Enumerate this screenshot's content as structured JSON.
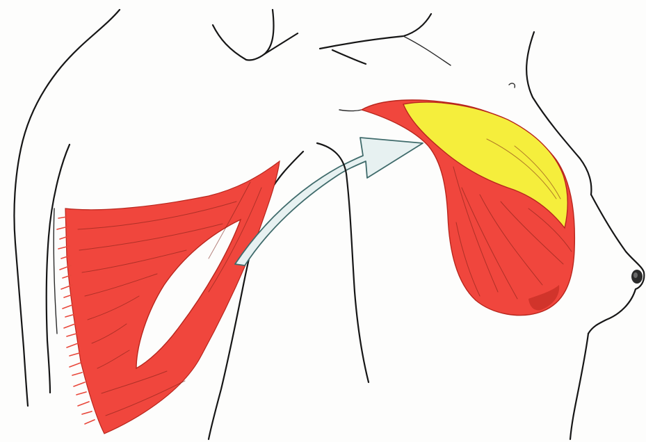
{
  "figure": {
    "colors": {
      "muscle": "#f0463d",
      "muscle_shadow": "#b8261d",
      "fat_island": "#f5ee3c",
      "arrow_fill": "#e7f1f1",
      "arrow_stroke": "#3f6b6b",
      "ink": "#161616",
      "paper": "#fdfdfc"
    },
    "parts": [
      "torso-back-outline",
      "latissimus-dorsi-muscle-flap",
      "skin-island-window",
      "transfer-arrow",
      "transferred-flap",
      "skin-paddle",
      "torso-front-outline",
      "nipple"
    ]
  }
}
